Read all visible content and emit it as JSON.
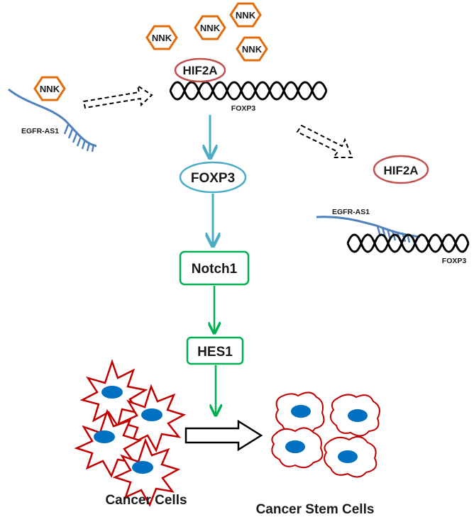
{
  "diagram": {
    "nnk_label": "NNK",
    "egfr_as1_label": "EGFR-AS1",
    "hif2a_label": "HIF2A",
    "foxp3_gene_label": "FOXP3",
    "foxp3_protein_label": "FOXP3",
    "notch1_label": "Notch1",
    "hes1_label": "HES1",
    "cancer_cells_label": "Cancer Cells",
    "cancer_stem_cells_label": "Cancer Stem Cells"
  },
  "colors": {
    "nnk_hexagon": "#e36c0a",
    "hif2a_ellipse": "#c0504d",
    "rna_strand": "#4f81bd",
    "foxp3_ellipse": "#4bacc6",
    "teal_arrow": "#4bacc6",
    "green_box": "#00b050",
    "green_arrow": "#00b050",
    "cancer_cell_outline": "#c00000",
    "nucleus": "#0070c0"
  }
}
